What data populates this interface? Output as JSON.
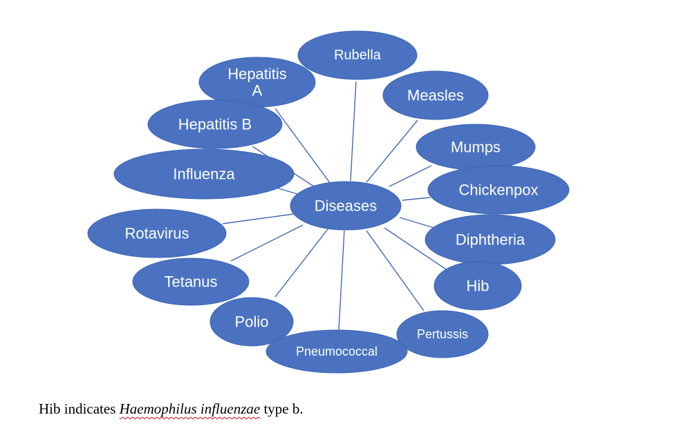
{
  "diagram": {
    "center": "Diseases",
    "nodes": [
      {
        "id": "rubella",
        "lines": [
          "Rubella"
        ]
      },
      {
        "id": "hepatitis-a",
        "lines": [
          "Hepatitis",
          "A"
        ]
      },
      {
        "id": "measles",
        "lines": [
          "Measles"
        ]
      },
      {
        "id": "hepatitis-b",
        "lines": [
          "Hepatitis B"
        ]
      },
      {
        "id": "mumps",
        "lines": [
          "Mumps"
        ]
      },
      {
        "id": "influenza",
        "lines": [
          "Influenza"
        ]
      },
      {
        "id": "chickenpox",
        "lines": [
          "Chickenpox"
        ]
      },
      {
        "id": "rotavirus",
        "lines": [
          "Rotavirus"
        ]
      },
      {
        "id": "diphtheria",
        "lines": [
          "Diphtheria"
        ]
      },
      {
        "id": "tetanus",
        "lines": [
          "Tetanus"
        ]
      },
      {
        "id": "hib",
        "lines": [
          "Hib"
        ]
      },
      {
        "id": "polio",
        "lines": [
          "Polio"
        ]
      },
      {
        "id": "pertussis",
        "lines": [
          "Pertussis"
        ]
      },
      {
        "id": "pneumococcal",
        "lines": [
          "Pneumococcal"
        ]
      }
    ],
    "colors": {
      "node_fill": "#4a72c0",
      "node_stroke": "#3b64b3",
      "line": "#3f68b5",
      "text": "#ffffff"
    }
  },
  "caption": {
    "prefix": "Hib indicates ",
    "term": "Haemophilus influenzae",
    "suffix": " type b."
  }
}
